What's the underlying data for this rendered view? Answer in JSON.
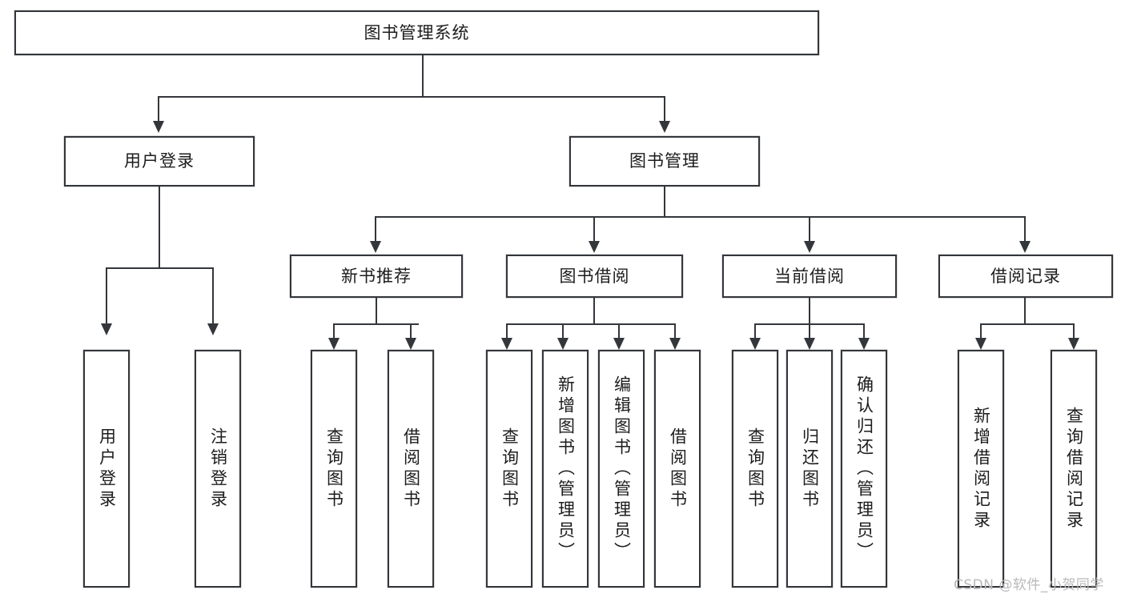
{
  "diagram": {
    "type": "tree-hierarchy-chart",
    "title": "图书管理系统",
    "root": {
      "id": "root",
      "label": "图书管理系统"
    },
    "level1": [
      {
        "id": "user-login",
        "label": "用户登录"
      },
      {
        "id": "book-management",
        "label": "图书管理"
      }
    ],
    "level2": [
      {
        "id": "new-book-recommend",
        "label": "新书推荐",
        "parent": "book-management"
      },
      {
        "id": "book-borrow",
        "label": "图书借阅",
        "parent": "book-management"
      },
      {
        "id": "current-borrow",
        "label": "当前借阅",
        "parent": "book-management"
      },
      {
        "id": "borrow-record",
        "label": "借阅记录",
        "parent": "book-management"
      }
    ],
    "leaves": [
      {
        "id": "leaf-user-login",
        "label": "用户登录",
        "parent": "user-login"
      },
      {
        "id": "leaf-logout-login",
        "label": "注销登录",
        "parent": "user-login"
      },
      {
        "id": "leaf-query-book-1",
        "label": "查询图书",
        "parent": "new-book-recommend"
      },
      {
        "id": "leaf-borrow-book-1",
        "label": "借阅图书",
        "parent": "new-book-recommend"
      },
      {
        "id": "leaf-query-book-2",
        "label": "查询图书",
        "parent": "book-borrow"
      },
      {
        "id": "leaf-add-book",
        "label": "新增图书（管理员）",
        "parent": "book-borrow"
      },
      {
        "id": "leaf-edit-book",
        "label": "编辑图书（管理员）",
        "parent": "book-borrow"
      },
      {
        "id": "leaf-borrow-book-2",
        "label": "借阅图书",
        "parent": "book-borrow"
      },
      {
        "id": "leaf-query-book-3",
        "label": "查询图书",
        "parent": "current-borrow"
      },
      {
        "id": "leaf-return-book",
        "label": "归还图书",
        "parent": "current-borrow"
      },
      {
        "id": "leaf-confirm-return",
        "label": "确认归还（管理员）",
        "parent": "current-borrow"
      },
      {
        "id": "leaf-add-record",
        "label": "新增借阅记录",
        "parent": "borrow-record"
      },
      {
        "id": "leaf-query-record",
        "label": "查询借阅记录",
        "parent": "borrow-record"
      }
    ],
    "watermark": "CSDN @软件_小贺同学",
    "colors": {
      "stroke": "#33363b",
      "fill": "#ffffff",
      "text": "#1c1c1c",
      "watermark": "#b9b9b9"
    }
  }
}
